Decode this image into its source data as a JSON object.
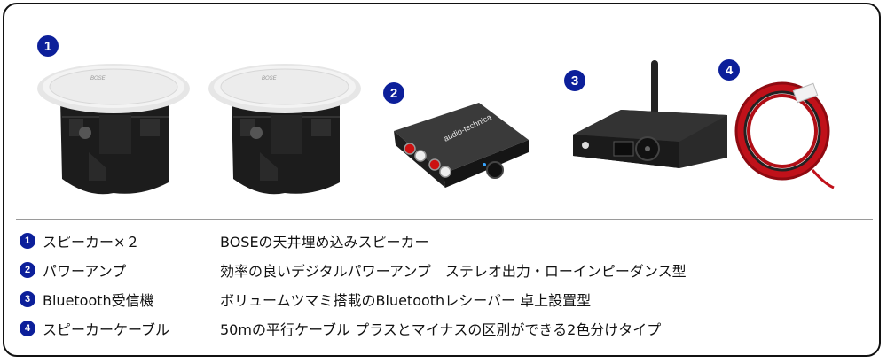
{
  "items": [
    {
      "num": "1",
      "name": "スピーカー×２",
      "desc": "BOSEの天井埋め込みスピーカー"
    },
    {
      "num": "2",
      "name": "パワーアンプ",
      "desc": "効率の良いデジタルパワーアンプ　ステレオ出力・ローインピーダンス型"
    },
    {
      "num": "3",
      "name": "Bluetooth受信機",
      "desc": "ボリュームツマミ搭載のBluetoothレシーバー 卓上設置型"
    },
    {
      "num": "4",
      "name": "スピーカーケーブル",
      "desc": "50mの平行ケーブル プラスとマイナスの区別ができる2色分けタイプ"
    }
  ],
  "product_logos": {
    "speaker": "BOSE",
    "amp": "audio-technica"
  },
  "colors": {
    "badge": "#0c1f9a",
    "frame": "#111111",
    "cable_red": "#c0111a"
  }
}
